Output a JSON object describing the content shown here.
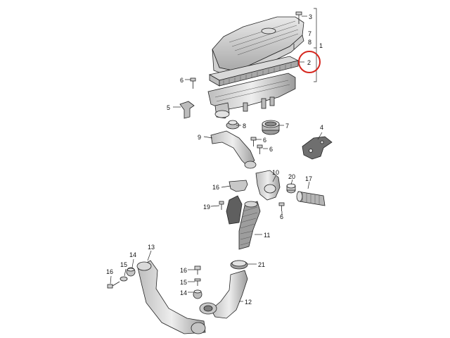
{
  "diagram": {
    "highlight_color": "#d6271f",
    "labels": {
      "l3": "3",
      "l7": "7",
      "l8_top": "8",
      "l1": "1",
      "l2": "2",
      "l6_a": "6",
      "l5": "5",
      "l8_mid": "8",
      "l7_mid": "7",
      "l4": "4",
      "l9": "9",
      "l6_b": "6",
      "l6_c": "6",
      "l10": "10",
      "l20": "20",
      "l17": "17",
      "l16_a": "16",
      "l19": "19",
      "l6_d": "6",
      "l11": "11",
      "l13": "13",
      "l14_a": "14",
      "l15_a": "15",
      "l16_b": "16",
      "l16_c": "16",
      "l15_b": "15",
      "l14_b": "14",
      "l21": "21",
      "l12": "12"
    }
  }
}
